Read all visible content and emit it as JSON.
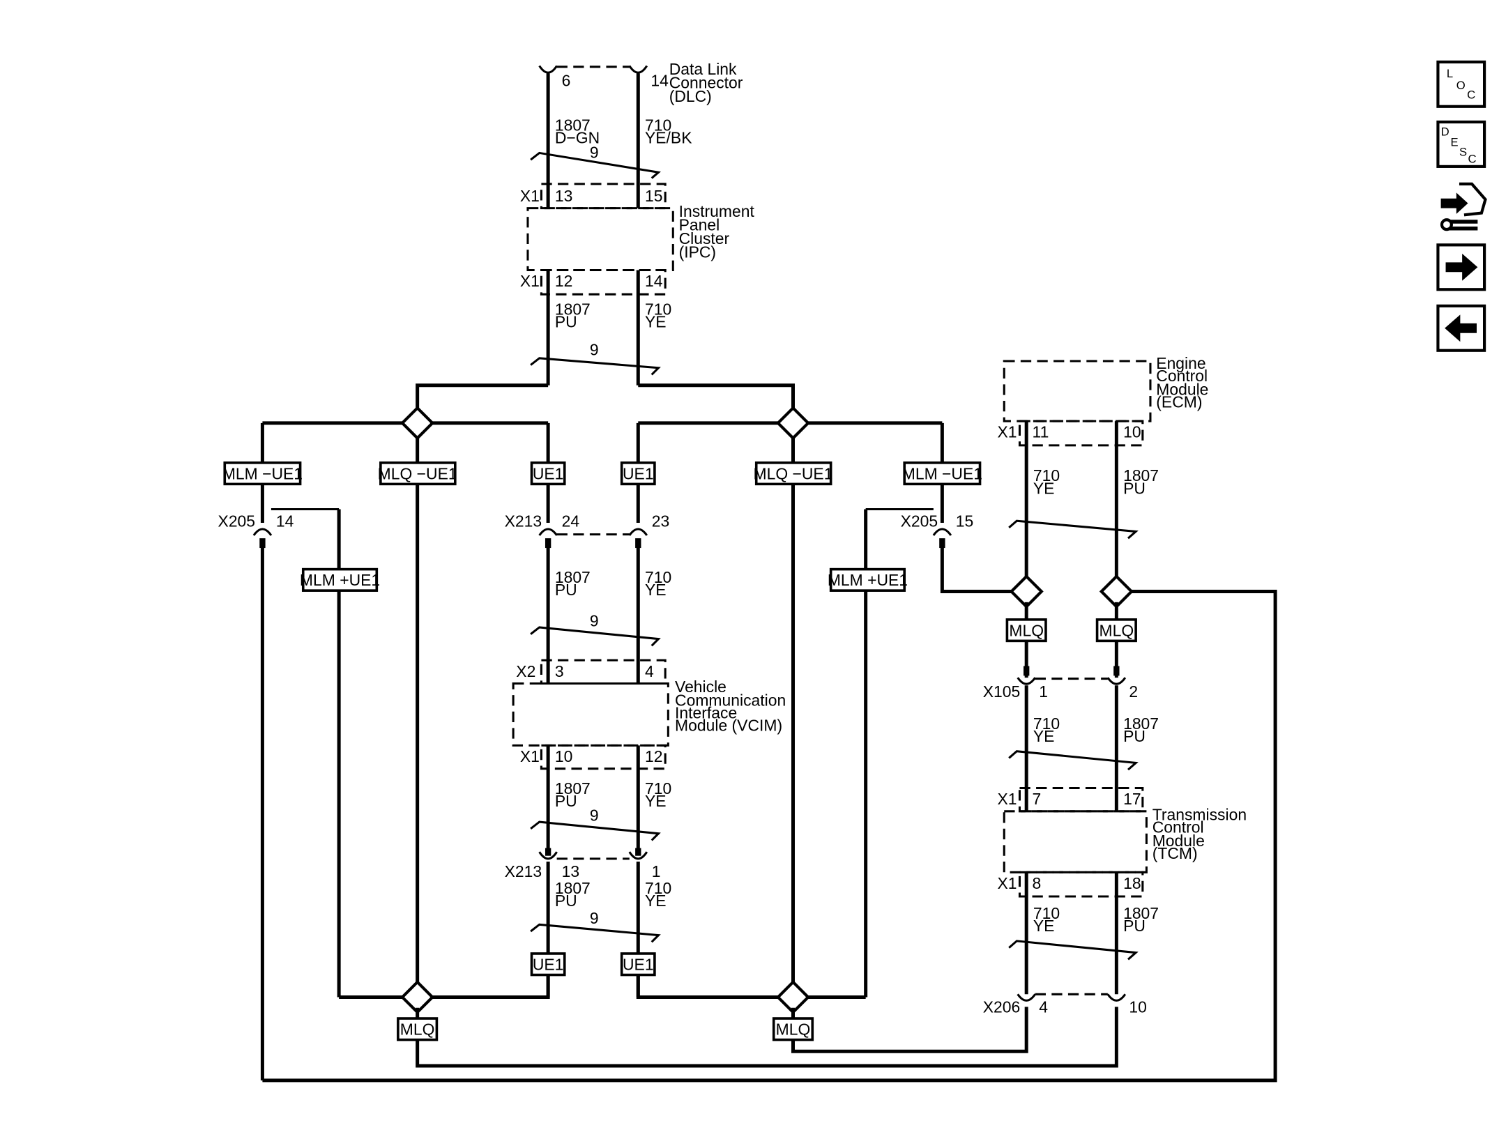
{
  "nav": {
    "loc": {
      "l": "L",
      "o": "O",
      "c": "C"
    },
    "desc": {
      "d": "D",
      "e": "E",
      "s": "S",
      "c": "C"
    }
  },
  "dlc": {
    "line1": "Data Link",
    "line2": "Connector",
    "line3": "(DLC)",
    "pin_left": "6",
    "pin_right": "14"
  },
  "ipc": {
    "line1": "Instrument",
    "line2": "Panel",
    "line3": "Cluster",
    "line4": "(IPC)",
    "x1a": "X1",
    "pin13": "13",
    "pin15": "15",
    "x1b": "X1",
    "pin12": "12",
    "pin14": "14"
  },
  "ecm": {
    "line1": "Engine",
    "line2": "Control",
    "line3": "Module",
    "line4": "(ECM)",
    "x1": "X1",
    "pin11": "11",
    "pin10": "10"
  },
  "vcim": {
    "line1": "Vehicle",
    "line2": "Communication",
    "line3": "Interface",
    "line4": "Module (VCIM)",
    "x2": "X2",
    "pin3": "3",
    "pin4": "4",
    "x1": "X1",
    "pin10": "10",
    "pin12": "12"
  },
  "tcm": {
    "line1": "Transmission",
    "line2": "Control",
    "line3": "Module",
    "line4": "(TCM)",
    "x1a": "X1",
    "pin7": "7",
    "pin17": "17",
    "x1b": "X1",
    "pin8": "8",
    "pin18": "18"
  },
  "wires": {
    "a_num": "1807",
    "a_col": "D−GN",
    "b_num": "710",
    "b_col": "YE/BK",
    "c_num": "1807",
    "c_col": "PU",
    "d_num": "710",
    "d_col": "YE",
    "twist": "9"
  },
  "connectors": {
    "x205": "X205",
    "x205_pin14": "14",
    "x205_pin15": "15",
    "x213": "X213",
    "x213_pin24": "24",
    "x213_pin23": "23",
    "x213_pin13": "13",
    "x213_pin1": "1",
    "x105": "X105",
    "x105_pin1": "1",
    "x105_pin2": "2",
    "x206": "X206",
    "x206_pin4": "4",
    "x206_pin10": "10"
  },
  "options": {
    "mlm_minus_ue1": "MLM −UE1",
    "mlq_minus_ue1": "MLQ −UE1",
    "mlm_plus_ue1": "MLM +UE1",
    "ue1": "UE1",
    "mlq": "MLQ"
  }
}
